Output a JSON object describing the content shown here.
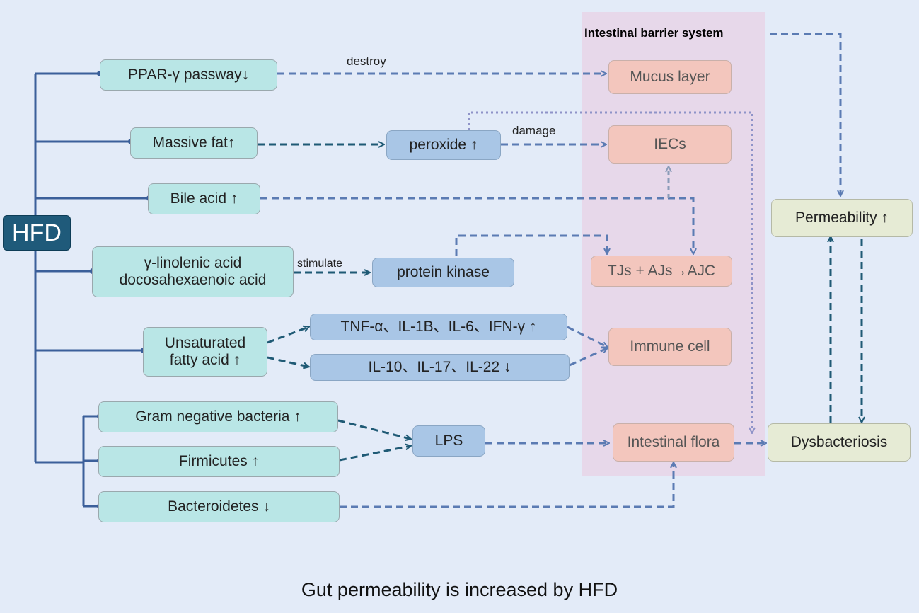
{
  "barrier_title": "Intestinal barrier system",
  "caption": "Gut permeability is increased by HFD",
  "nodes": {
    "hfd": "HFD",
    "ppar": "PPAR-γ passway↓",
    "fat": "Massive fat↑",
    "bile": "Bile acid ↑",
    "linolenic": "γ-linolenic acid\ndocosahexaenoic acid",
    "unsat": "Unsaturated\nfatty acid ↑",
    "gram": "Gram negative bacteria ↑",
    "firm": "Firmicutes ↑",
    "bact": "Bacteroidetes ↓",
    "peroxide": "peroxide ↑",
    "kinase": "protein kinase",
    "tnf": "TNF-α、IL-1B、IL-6、IFN-γ ↑",
    "il10": "IL-10、IL-17、IL-22 ↓",
    "lps": "LPS",
    "mucus": "Mucus layer",
    "iecs": "IECs",
    "tjs": "TJs + AJs→AJC",
    "immune": "Immune cell",
    "flora": "Intestinal flora",
    "perm": "Permeability ↑",
    "dysb": "Dysbacteriosis"
  },
  "labels": {
    "destroy": "destroy",
    "damage": "damage",
    "stimulate": "stimulate"
  },
  "colors": {
    "trunk": "#3b5f9a",
    "dashed_dark": "#1f5a75",
    "dashed_light": "#5b7bb3",
    "dotted": "#8f93c8"
  }
}
